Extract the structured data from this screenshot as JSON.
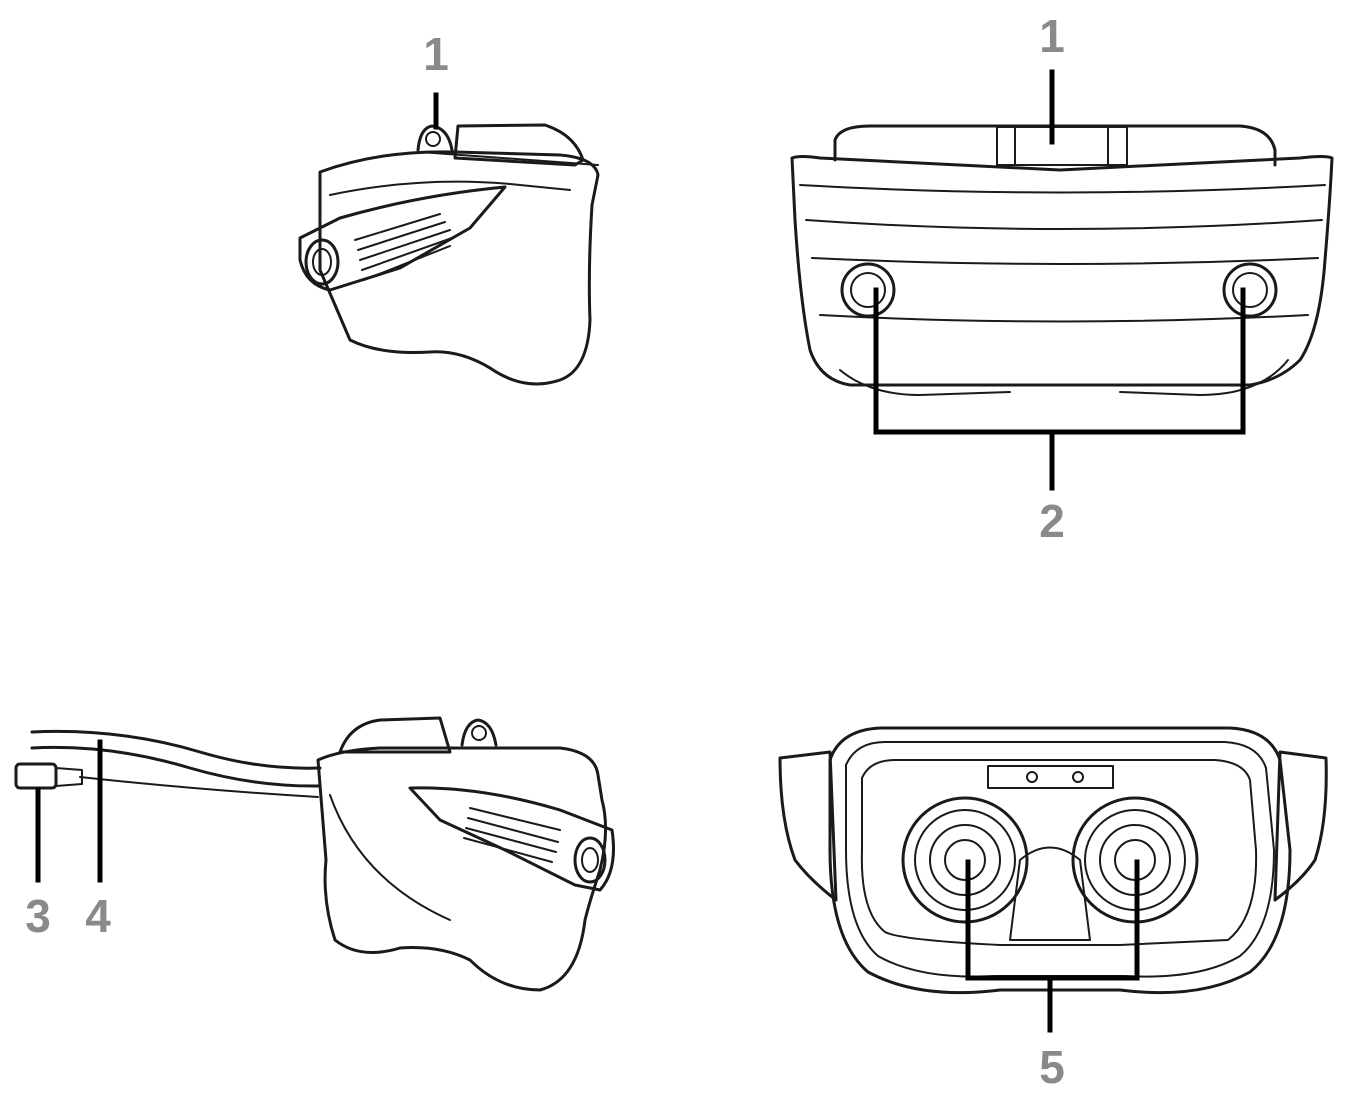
{
  "callouts": {
    "side_right_top": "1",
    "front_top": "1",
    "front_sensors": "2",
    "side_left_plug": "3",
    "side_left_cable": "4",
    "back_lenses": "5"
  },
  "colors": {
    "line": "#1a1a1a",
    "leader": "#000000",
    "callout_text": "#8a8a8a",
    "background": "#ffffff"
  }
}
